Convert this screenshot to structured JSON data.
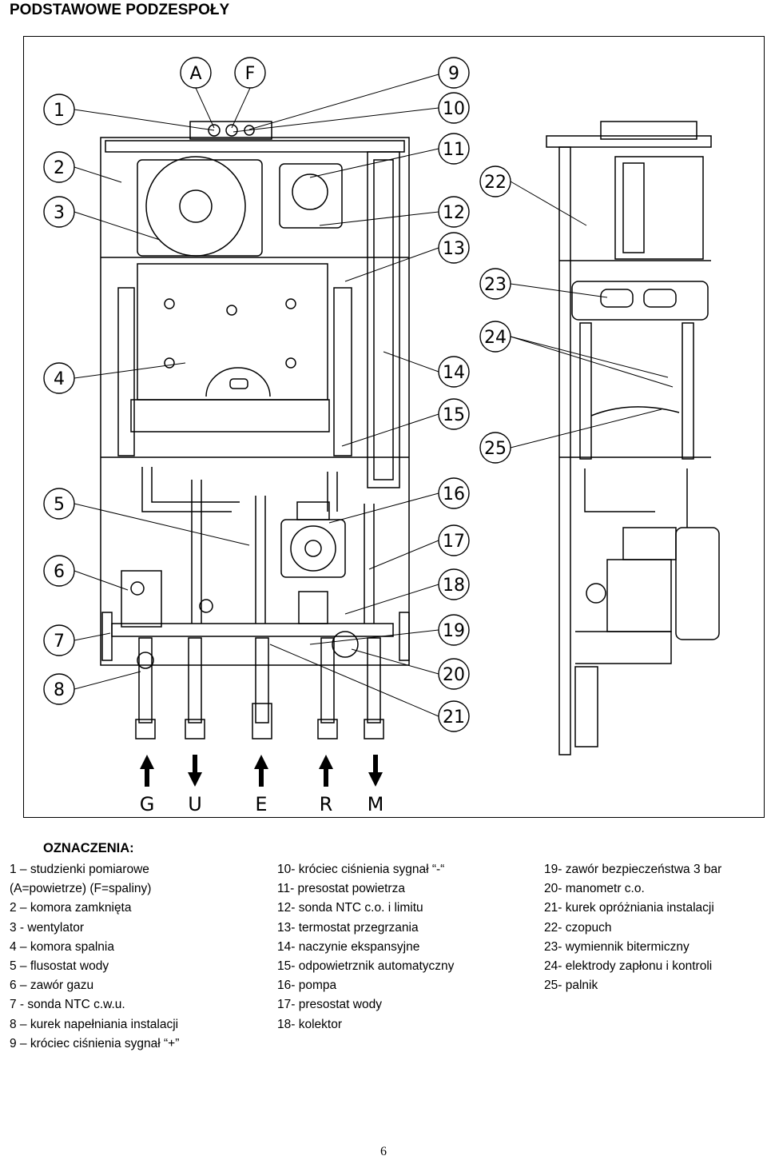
{
  "page_title": "PODSTAWOWE PODZESPOŁY",
  "callouts": {
    "top": [
      "A",
      "F",
      "9"
    ],
    "left": [
      "1",
      "2",
      "3",
      "4",
      "5",
      "6",
      "7",
      "8"
    ],
    "middle": [
      "10",
      "11",
      "12",
      "13",
      "14",
      "15",
      "16",
      "17",
      "18",
      "19",
      "20",
      "21"
    ],
    "right": [
      "22",
      "23",
      "24",
      "25"
    ]
  },
  "connections": [
    {
      "label": "G",
      "direction": "up"
    },
    {
      "label": "U",
      "direction": "down"
    },
    {
      "label": "E",
      "direction": "up"
    },
    {
      "label": "R",
      "direction": "up"
    },
    {
      "label": "M",
      "direction": "down"
    }
  ],
  "legend": {
    "heading": "OZNACZENIA:",
    "col1": [
      "1 – studzienki pomiarowe",
      "(A=powietrze) (F=spaliny)",
      "2 – komora zamknięta",
      "3 - wentylator",
      "4 – komora spalnia",
      "5 – flusostat wody",
      "6 – zawór gazu",
      "7 - sonda NTC c.w.u.",
      "8 – kurek napełniania instalacji",
      "9 – króciec ciśnienia sygnał “+”"
    ],
    "col2": [
      "10- króciec ciśnienia sygnał “-“",
      "11- presostat powietrza",
      "12- sonda NTC c.o. i limitu",
      "13- termostat  przegrzania",
      "14- naczynie ekspansyjne",
      "15- odpowietrznik automatyczny",
      "16- pompa",
      "17- presostat wody",
      "18- kolektor"
    ],
    "col3": [
      "19- zawór bezpieczeństwa 3 bar",
      "20- manometr c.o.",
      "21- kurek opróżniania instalacji",
      "22- czopuch",
      "23- wymiennik bitermiczny",
      "24- elektrody zapłonu i kontroli",
      "25- palnik"
    ]
  },
  "page_number": "6"
}
